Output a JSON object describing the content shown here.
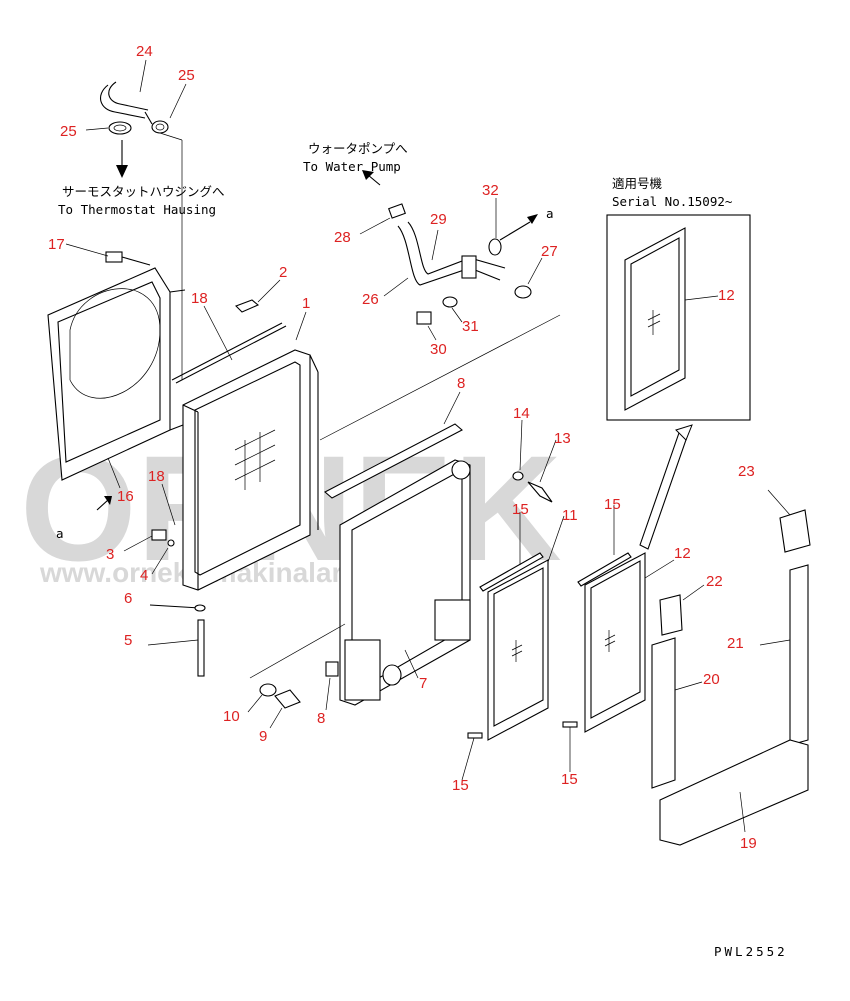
{
  "watermark": {
    "brand": "ORNEK",
    "url": "www.ornekismakinalari.com.tr"
  },
  "labels": {
    "thermostat_jp": "サーモスタットハウジングへ",
    "thermostat_en": "To Thermostat Hausing",
    "waterpump_jp": "ウォータポンプへ",
    "waterpump_en": "To Water Pump",
    "serial_jp": "適用号機",
    "serial_en": "Serial No.15092~",
    "drawing_code": "PWL2552",
    "ref_a1": "a",
    "ref_a2": "a"
  },
  "callouts": [
    {
      "id": "c24",
      "text": "24"
    },
    {
      "id": "c25a",
      "text": "25"
    },
    {
      "id": "c25b",
      "text": "25"
    },
    {
      "id": "c17",
      "text": "17"
    },
    {
      "id": "c2",
      "text": "2"
    },
    {
      "id": "c18a",
      "text": "18"
    },
    {
      "id": "c1",
      "text": "1"
    },
    {
      "id": "c16",
      "text": "16"
    },
    {
      "id": "c18b",
      "text": "18"
    },
    {
      "id": "c3",
      "text": "3"
    },
    {
      "id": "c4",
      "text": "4"
    },
    {
      "id": "c6",
      "text": "6"
    },
    {
      "id": "c5",
      "text": "5"
    },
    {
      "id": "c28",
      "text": "28"
    },
    {
      "id": "c29",
      "text": "29"
    },
    {
      "id": "c32",
      "text": "32"
    },
    {
      "id": "c27",
      "text": "27"
    },
    {
      "id": "c26",
      "text": "26"
    },
    {
      "id": "c31",
      "text": "31"
    },
    {
      "id": "c30",
      "text": "30"
    },
    {
      "id": "c8a",
      "text": "8"
    },
    {
      "id": "c14",
      "text": "14"
    },
    {
      "id": "c13",
      "text": "13"
    },
    {
      "id": "c15a",
      "text": "15"
    },
    {
      "id": "c15b",
      "text": "15"
    },
    {
      "id": "c11",
      "text": "11"
    },
    {
      "id": "c12a",
      "text": "12"
    },
    {
      "id": "c12b",
      "text": "12"
    },
    {
      "id": "c23",
      "text": "23"
    },
    {
      "id": "c22",
      "text": "22"
    },
    {
      "id": "c21",
      "text": "21"
    },
    {
      "id": "c20",
      "text": "20"
    },
    {
      "id": "c7",
      "text": "7"
    },
    {
      "id": "c10",
      "text": "10"
    },
    {
      "id": "c9",
      "text": "9"
    },
    {
      "id": "c8b",
      "text": "8"
    },
    {
      "id": "c15c",
      "text": "15"
    },
    {
      "id": "c15d",
      "text": "15"
    },
    {
      "id": "c19",
      "text": "19"
    }
  ],
  "colors": {
    "callout": "#d22",
    "line": "#000000",
    "watermark": "#d8d8d8"
  }
}
